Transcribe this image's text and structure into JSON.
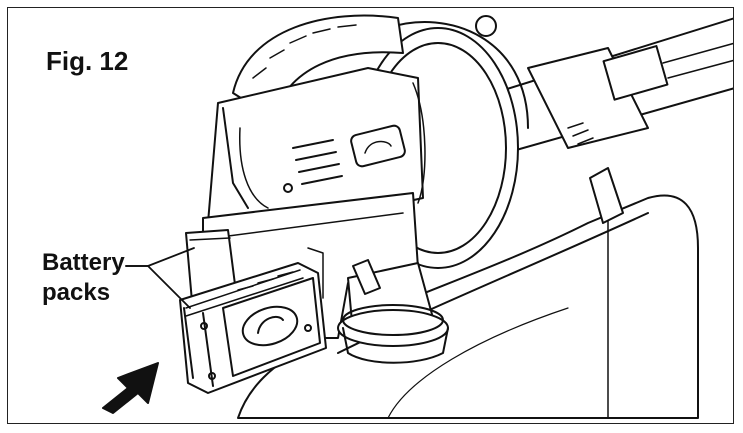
{
  "figure": {
    "label": "Fig. 12",
    "callout": {
      "line1": "Battery",
      "line2": "packs"
    }
  },
  "colors": {
    "line": "#111111",
    "background": "#ffffff"
  },
  "icons": {
    "logo": "sprayer-s-logo",
    "arrow": "insert-direction-arrow"
  }
}
